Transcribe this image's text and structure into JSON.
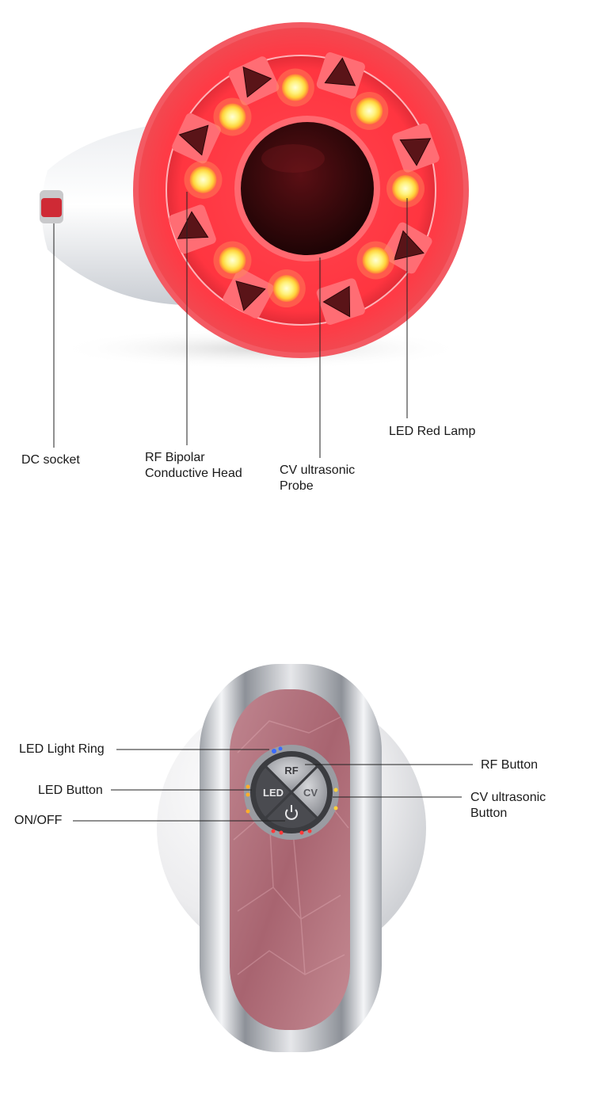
{
  "top_callouts": {
    "dc_socket": "DC socket",
    "rf_bipolar": "RF Bipolar\nConductive Head",
    "cv_probe": "CV ultrasonic\nProbe",
    "led_lamp": "LED Red Lamp"
  },
  "bottom_callouts": {
    "led_ring": "LED Light Ring",
    "led_button": "LED Button",
    "on_off": "ON/OFF",
    "rf_button": "RF Button",
    "cv_button": "CV ultrasonic\nButton"
  },
  "device_buttons": {
    "rf": "RF",
    "led": "LED",
    "cv": "CV"
  },
  "colors": {
    "red_glow": "#ff3b45",
    "lamp_yellow": "#fff27a",
    "panel_pink": "#b6727c"
  }
}
